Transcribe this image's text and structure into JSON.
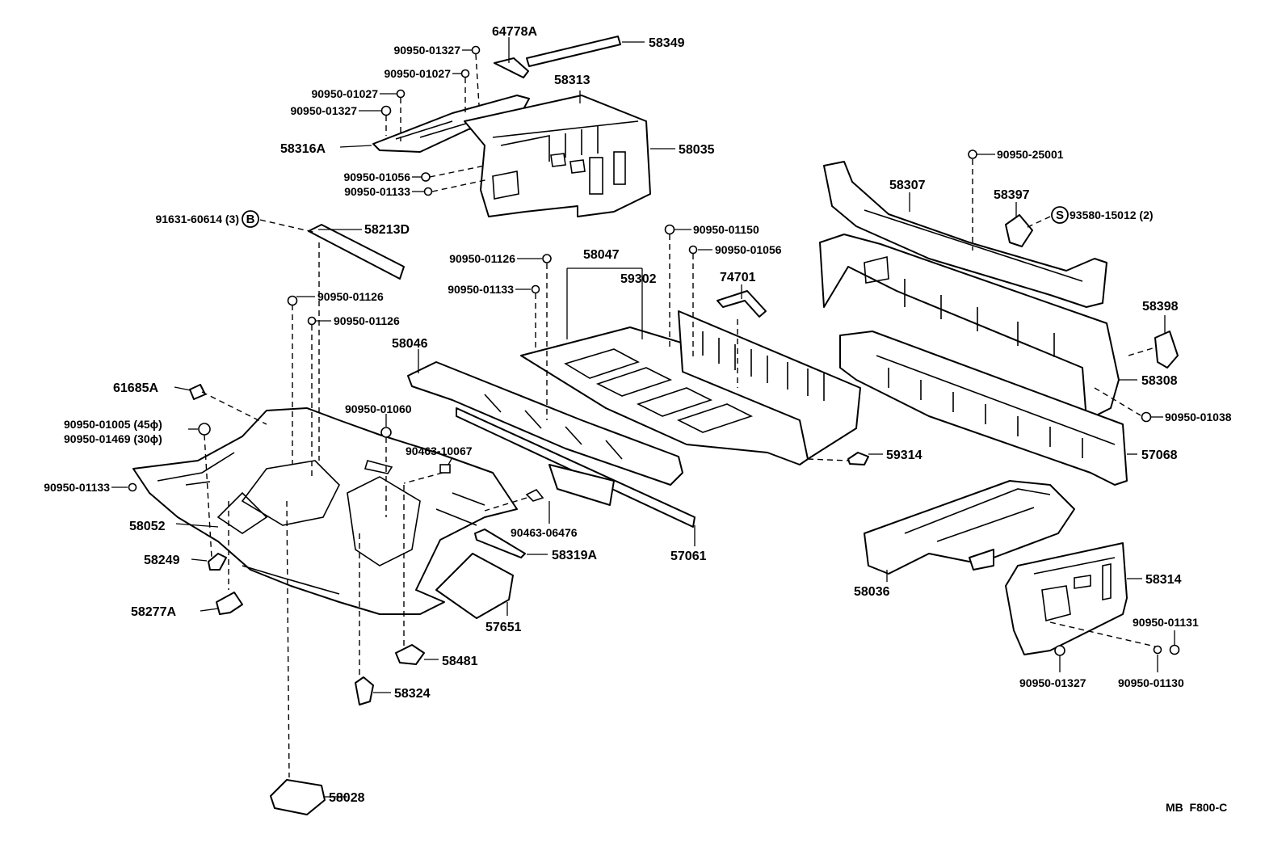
{
  "diagram_code": "MB  F800-C",
  "symbol_b": "B",
  "symbol_s": "S",
  "parts": {
    "p64778A": "64778A",
    "p58349": "58349",
    "p58313": "58313",
    "p58316A": "58316A",
    "p58035": "58035",
    "p58213D": "58213D",
    "p58047": "58047",
    "p59302": "59302",
    "p74701": "74701",
    "p58046": "58046",
    "p61685A": "61685A",
    "p58052": "58052",
    "p58249": "58249",
    "p58277A": "58277A",
    "p58319A": "58319A",
    "p57061": "57061",
    "p57651": "57651",
    "p58481": "58481",
    "p58324": "58324",
    "p58028": "58028",
    "p58307": "58307",
    "p58397": "58397",
    "p58398": "58398",
    "p58308": "58308",
    "p57068": "57068",
    "p59314": "59314",
    "p58036": "58036",
    "p58314": "58314"
  },
  "fasteners": {
    "f_01327_top": "90950-01327",
    "f_01027_a": "90950-01027",
    "f_01027_b": "90950-01027",
    "f_01327_b": "90950-01327",
    "f_01056_a": "90950-01056",
    "f_01133_a": "90950-01133",
    "f_91631": "91631-60614 (3)",
    "f_01126_a": "90950-01126",
    "f_01126_b": "90950-01126",
    "f_01126_c": "90950-01126",
    "f_01133_b": "90950-01133",
    "f_01150": "90950-01150",
    "f_01056_b": "90950-01056",
    "f_01060": "90950-01060",
    "f_01005": "90950-01005 (45ϕ)",
    "f_01469": "90950-01469 (30ϕ)",
    "f_01133_c": "90950-01133",
    "f_10067": "90463-10067",
    "f_06476": "90463-06476",
    "f_25001": "90950-25001",
    "f_93580": "93580-15012 (2)",
    "f_01038": "90950-01038",
    "f_01131": "90950-01131",
    "f_01327_c": "90950-01327",
    "f_01130": "90950-01130"
  }
}
